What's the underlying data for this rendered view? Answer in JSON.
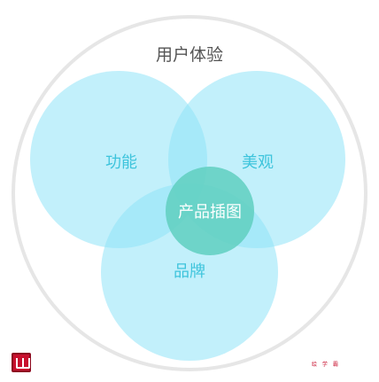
{
  "diagram": {
    "type": "venn",
    "outer_label": "用户体验",
    "sets": [
      {
        "label": "功能"
      },
      {
        "label": "美观"
      },
      {
        "label": "品牌"
      }
    ],
    "center_label": "产品插图",
    "colors": {
      "outer_ring": "#e6e6e6",
      "circle_fill": "#bdf0fb",
      "circle_text": "#3ec4dc",
      "center_fill": "#66d2c6",
      "center_text": "#ffffff",
      "outer_text": "#555555"
    }
  },
  "branding": {
    "logo_icon": "logo-icon",
    "watermark_text": "绘 学 霸"
  }
}
